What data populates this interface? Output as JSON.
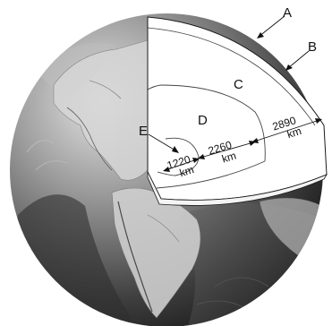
{
  "diagram": {
    "labels": {
      "a": "A",
      "b": "B",
      "c": "C",
      "d": "D",
      "e": "E"
    },
    "distances": [
      {
        "value": "2890",
        "unit": "km"
      },
      {
        "value": "2260",
        "unit": "km"
      },
      {
        "value": "1220",
        "unit": "km"
      }
    ]
  }
}
